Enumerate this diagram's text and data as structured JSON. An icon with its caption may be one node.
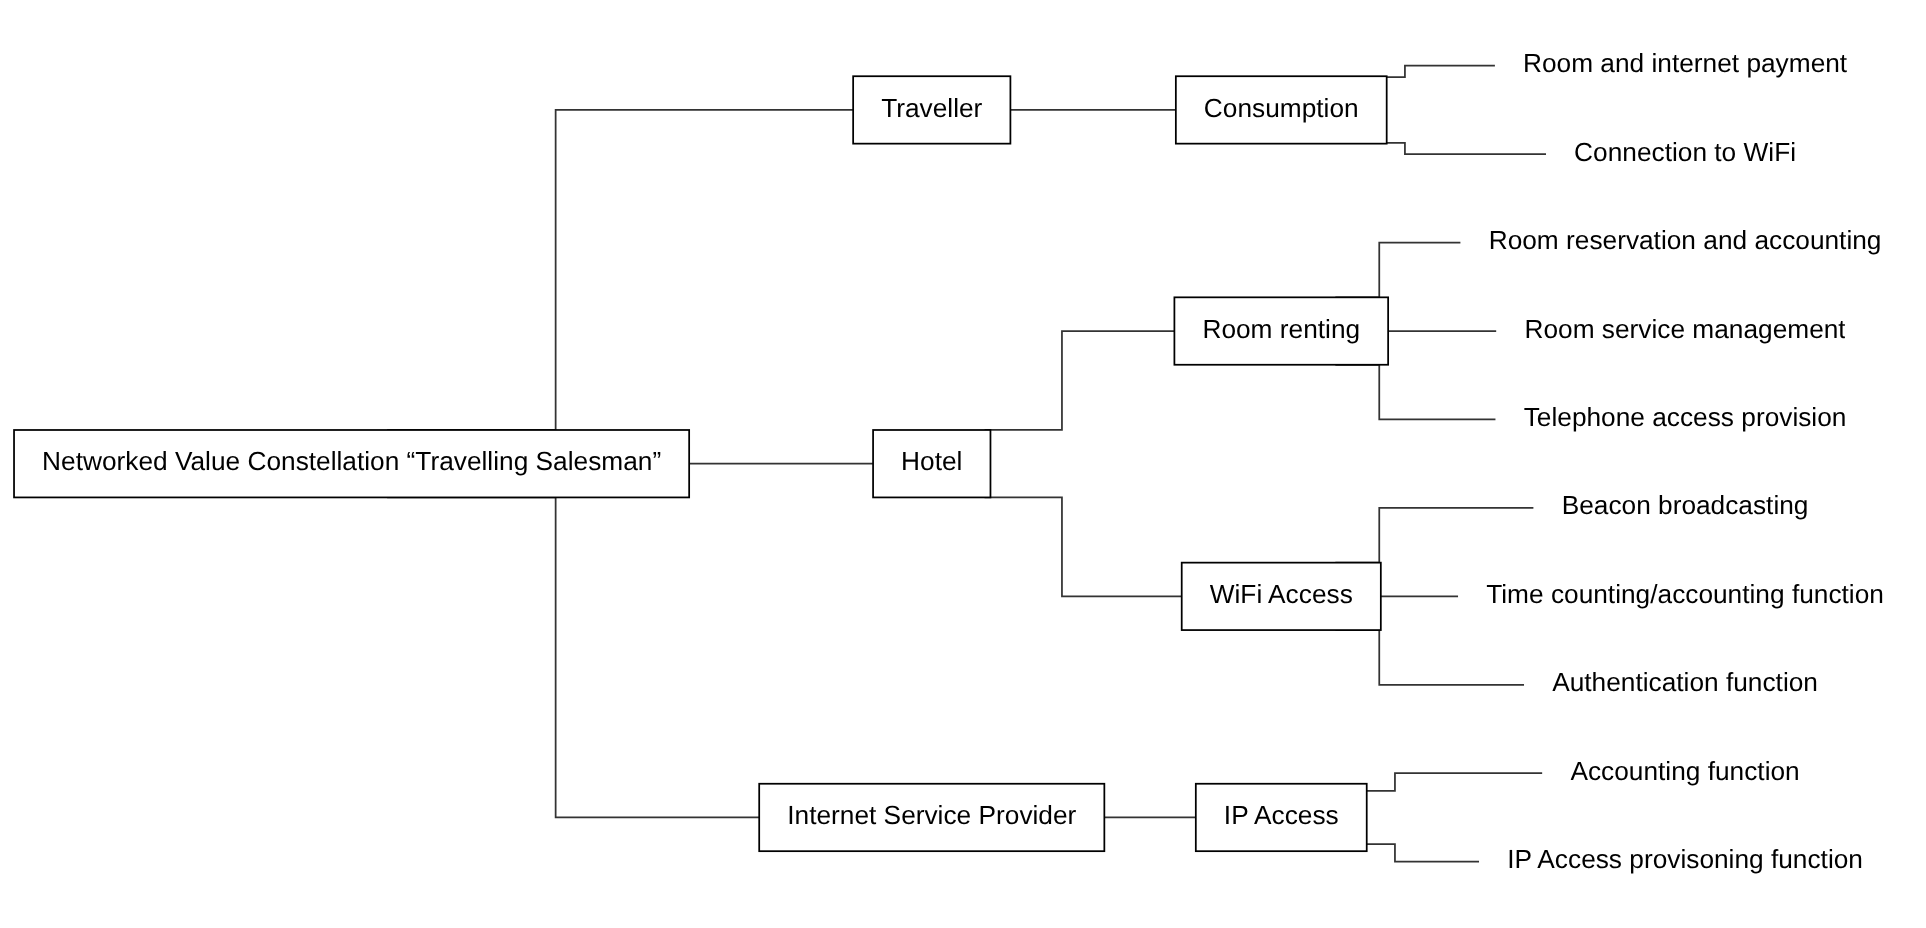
{
  "diagram": {
    "nodes": [
      {
        "text": [
          "Networked Value Constellation “Travelling Salesman”"
        ]
      },
      {
        "text": [
          "Traveller"
        ]
      },
      {
        "text": [
          "Consumption"
        ]
      },
      {
        "text": [
          "Room and internet payment"
        ]
      },
      {
        "text": [
          "Connection to WiFi"
        ]
      },
      {
        "text": [
          "Hotel"
        ]
      },
      {
        "text": [
          "Room renting"
        ]
      },
      {
        "text": [
          "Room reservation and accounting"
        ]
      },
      {
        "text": [
          "Room service management"
        ]
      },
      {
        "text": [
          "Telephone access provision"
        ]
      },
      {
        "text": [
          "WiFi Access"
        ]
      },
      {
        "text": [
          "Beacon broadcasting"
        ]
      },
      {
        "text": [
          "Time counting/accounting function"
        ]
      },
      {
        "text": [
          "Authentication function"
        ]
      },
      {
        "text": [
          "Internet Service Provider"
        ]
      },
      {
        "text": [
          "IP Access"
        ]
      },
      {
        "text": [
          "Accounting function"
        ]
      },
      {
        "text": [
          "IP Access provisoning function"
        ]
      }
    ],
    "edges": [
      {
        "from": 0,
        "to": 1,
        "arrow": "none"
      },
      {
        "from": 0,
        "to": 5,
        "arrow": "none"
      },
      {
        "from": 0,
        "to": 14,
        "arrow": "none"
      },
      {
        "from": 1,
        "to": 2,
        "arrow": "none"
      },
      {
        "from": 2,
        "to": 3,
        "arrow": "none"
      },
      {
        "from": 2,
        "to": 4,
        "arrow": "none"
      },
      {
        "from": 5,
        "to": 6,
        "arrow": "none"
      },
      {
        "from": 6,
        "to": 7,
        "arrow": "none"
      },
      {
        "from": 6,
        "to": 8,
        "arrow": "none"
      },
      {
        "from": 6,
        "to": 9,
        "arrow": "none"
      },
      {
        "from": 5,
        "to": 10,
        "arrow": "none"
      },
      {
        "from": 10,
        "to": 11,
        "arrow": "none"
      },
      {
        "from": 10,
        "to": 12,
        "arrow": "none"
      },
      {
        "from": 10,
        "to": 13,
        "arrow": "none"
      },
      {
        "from": 14,
        "to": 15,
        "arrow": "none"
      },
      {
        "from": 15,
        "to": 16,
        "arrow": "none"
      },
      {
        "from": 15,
        "to": 17,
        "arrow": "none"
      }
    ]
  }
}
